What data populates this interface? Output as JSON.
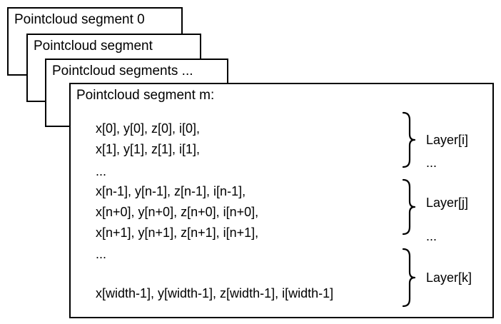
{
  "segments": [
    {
      "title": "Pointcloud segment 0"
    },
    {
      "title": "Pointcloud segment"
    },
    {
      "title": "Pointcloud segments ..."
    },
    {
      "title": "Pointcloud segment m:"
    }
  ],
  "rows": [
    "x[0], y[0], z[0], i[0],",
    "x[1], y[1], z[1], i[1],",
    "...",
    "x[n-1], y[n-1], z[n-1], i[n-1],",
    "x[n+0], y[n+0], z[n+0], i[n+0],",
    "x[n+1], y[n+1], z[n+1], i[n+1],",
    "...",
    "x[width-1], y[width-1], z[width-1], i[width-1]"
  ],
  "layers": [
    {
      "label": "Layer[i]",
      "dots": "..."
    },
    {
      "label": "Layer[j]",
      "dots": "..."
    },
    {
      "label": "Layer[k]"
    }
  ]
}
